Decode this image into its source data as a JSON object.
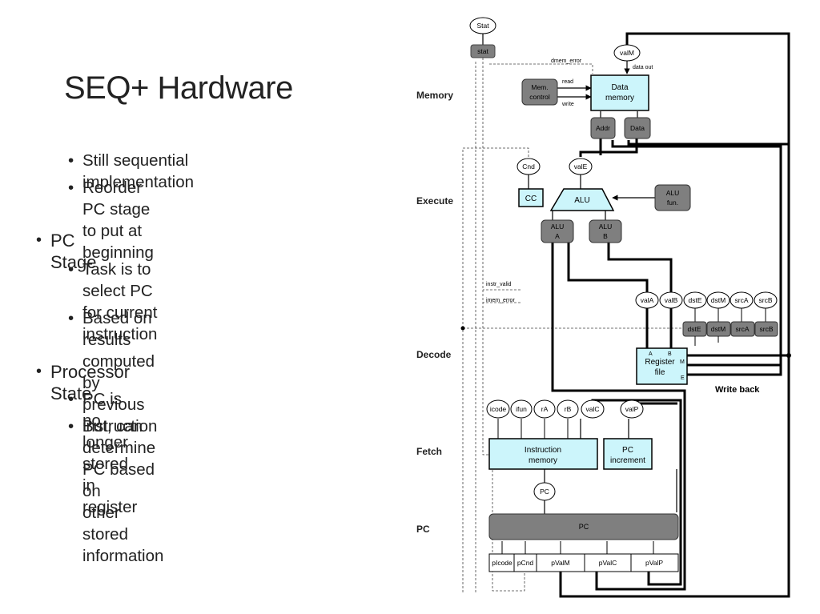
{
  "slide": {
    "title": "SEQ+ Hardware",
    "bullets": [
      {
        "level": 2,
        "text": "Still sequential implementation"
      },
      {
        "level": 2,
        "text": "Reorder PC stage to put at",
        "cont": "beginning"
      },
      {
        "level": 1,
        "text": "PC Stage"
      },
      {
        "level": 2,
        "text": "Task is to select PC for current",
        "cont": "instruction"
      },
      {
        "level": 2,
        "text": "Based on results computed by",
        "cont": "previous instruction"
      },
      {
        "level": 1,
        "text": "Processor State"
      },
      {
        "level": 2,
        "text": "PC is no longer stored in register"
      },
      {
        "level": 2,
        "text": "But, can determine PC based on",
        "cont": "other stored information"
      }
    ]
  },
  "diagram": {
    "stages": {
      "memory": "Memory",
      "execute": "Execute",
      "decode": "Decode",
      "fetch": "Fetch",
      "pc": "PC"
    },
    "blocks": {
      "data_memory": [
        "Data",
        "memory"
      ],
      "mem_control": [
        "Mem.",
        "control"
      ],
      "addr": "Addr",
      "data": "Data",
      "stat_box": "stat",
      "cc": "CC",
      "alu": "ALU",
      "alu_a": [
        "ALU",
        "A"
      ],
      "alu_b": [
        "ALU",
        "B"
      ],
      "alu_fun": [
        "ALU",
        "fun."
      ],
      "register_file": [
        "Register",
        "file"
      ],
      "instruction_memory": [
        "Instruction",
        "memory"
      ],
      "pc_increment": [
        "PC",
        "increment"
      ],
      "pc_select": "PC",
      "pc_regs": [
        "pIcode",
        "pCnd",
        "pValM",
        "pValC",
        "pValP"
      ]
    },
    "ovals": {
      "stat": "Stat",
      "valM": "valM",
      "cnd": "Cnd",
      "valE": "valE",
      "decode_outputs": [
        "valA",
        "valB",
        "dstE",
        "dstM",
        "srcA",
        "srcB"
      ],
      "fetch_outputs": [
        "icode",
        "ifun",
        "rA",
        "rB",
        "valC"
      ],
      "valP": "valP",
      "pc": "PC"
    },
    "decode_regs": [
      "dstE",
      "dstM",
      "srcA",
      "srcB"
    ],
    "signals": {
      "dmem_error": "dmem_error",
      "data_out": "data out",
      "read": "read",
      "write": "write",
      "instr_valid": "instr_valid",
      "imem_error": "imem_error",
      "write_back": "Write back",
      "port_a": "A",
      "port_b": "B",
      "port_m": "M",
      "port_e": "E"
    },
    "colors": {
      "light_block": "#ccf5fb",
      "dark_block": "#7f7f7f",
      "line": "#000000"
    }
  }
}
